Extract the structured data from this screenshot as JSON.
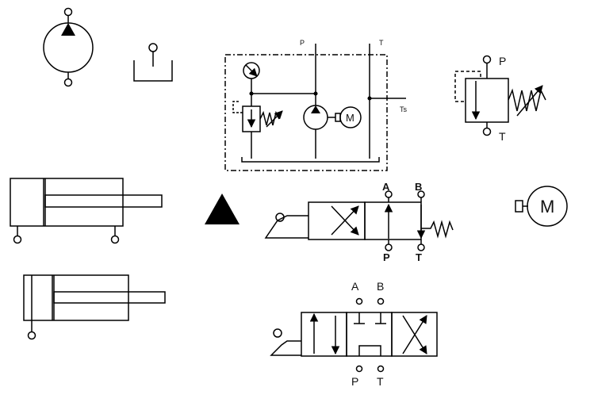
{
  "colors": {
    "line": "#000000",
    "background": "#ffffff"
  },
  "symbols": [
    {
      "icon": "hydraulic-pump-icon"
    },
    {
      "icon": "tank-reservoir-icon"
    },
    {
      "icon": "power-unit-circuit-icon",
      "labels": {
        "p": "P",
        "t": "T",
        "ts": "Ts",
        "motor": "M"
      }
    },
    {
      "icon": "pressure-relief-valve-icon",
      "labels": {
        "p": "P",
        "t": "T"
      }
    },
    {
      "icon": "double-acting-cylinder-icon"
    },
    {
      "icon": "flow-direction-triangle-icon"
    },
    {
      "icon": "directional-valve-2pos-icon",
      "labels": {
        "a": "A",
        "b": "B",
        "p": "P",
        "t": "T"
      }
    },
    {
      "icon": "electric-motor-icon",
      "labels": {
        "motor": "M"
      }
    },
    {
      "icon": "single-acting-cylinder-icon"
    },
    {
      "icon": "directional-valve-3pos-icon",
      "labels": {
        "a": "A",
        "b": "B",
        "p": "P",
        "t": "T"
      }
    }
  ]
}
